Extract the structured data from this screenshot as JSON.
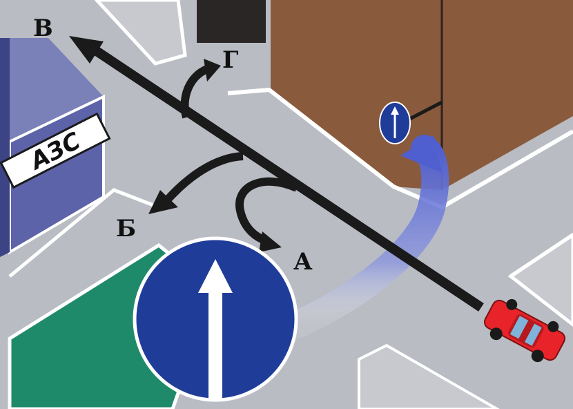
{
  "scene": {
    "gas_station_sign": "АЗС",
    "road_sign": "straight-ahead-only",
    "routes": [
      {
        "key": "A",
        "label": "А"
      },
      {
        "key": "B",
        "label": "Б"
      },
      {
        "key": "V",
        "label": "В"
      },
      {
        "key": "G",
        "label": "Г"
      }
    ]
  },
  "colors": {
    "road": "#b9bcc3",
    "curb": "#ffffff",
    "building_brown": "#8a5a3c",
    "building_dark": "#2b2626",
    "gas_station_wall": "#5c63a8",
    "gas_station_roof": "#7a80b8",
    "grass": "#1f8a6a",
    "sign_blue": "#1f3c99",
    "car_red": "#e8232a",
    "route_arrow": "#1a1a1a",
    "vehicle_path": "#6a78d8"
  }
}
